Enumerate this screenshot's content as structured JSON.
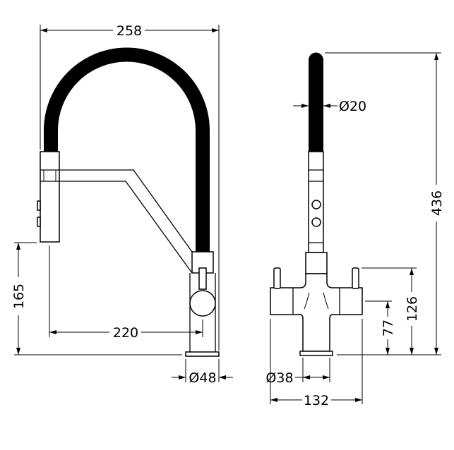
{
  "title": "Pull-out spray kitchen mixer tap technical drawing",
  "dimensions": {
    "overall_reach": "258",
    "hose_diameter": "Ø20",
    "overall_height": "436",
    "spout_height": "165",
    "spout_projection": "220",
    "base_diameter_side": "Ø48",
    "base_diameter_front": "Ø38",
    "handle_span": "132",
    "handle_height": "126",
    "body_height": "77"
  },
  "colors": {
    "line": "#000000",
    "hose": "#000000",
    "background": "#ffffff"
  }
}
